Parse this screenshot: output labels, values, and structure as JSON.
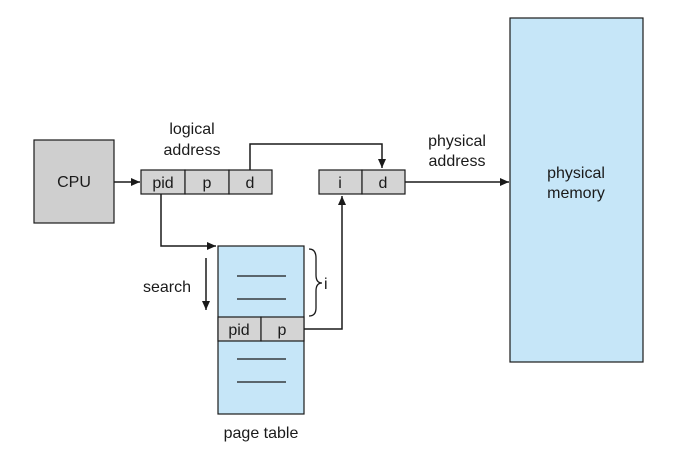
{
  "diagram": {
    "cpu_label": "CPU",
    "logical_address": {
      "caption_line1": "logical",
      "caption_line2": "address",
      "fields": [
        "pid",
        "p",
        "d"
      ]
    },
    "physical_address": {
      "caption_line1": "physical",
      "caption_line2": "address",
      "fields": [
        "i",
        "d"
      ]
    },
    "physical_memory": {
      "line1": "physical",
      "line2": "memory"
    },
    "page_table": {
      "caption": "page table",
      "search_label": "search",
      "index_label": "i",
      "entry_fields": [
        "pid",
        "p"
      ]
    },
    "colors": {
      "cpu_fill": "#cfcfcf",
      "field_fill": "#d4d4d4",
      "table_fill": "#c6e6f8",
      "memory_fill": "#c6e6f8",
      "stroke": "#1a1a1a"
    }
  }
}
